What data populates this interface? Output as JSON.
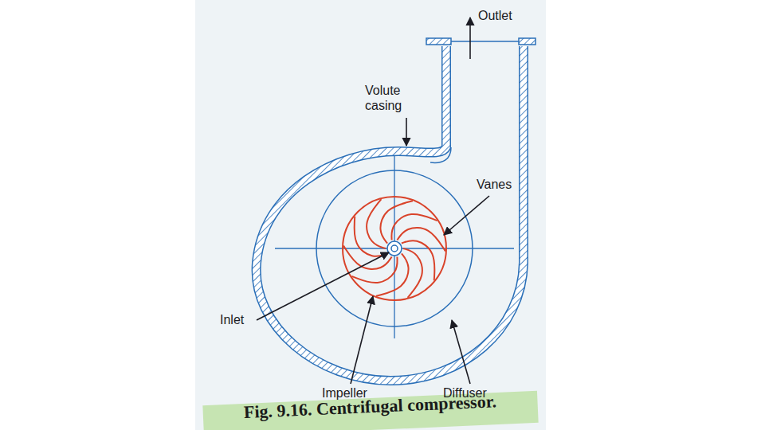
{
  "diagram": {
    "caption": "Fig. 9.16. Centrifugal compressor.",
    "labels": [
      "Outlet",
      "Volute casing",
      "Vanes",
      "Inlet",
      "Impeller",
      "Diffuser"
    ]
  }
}
